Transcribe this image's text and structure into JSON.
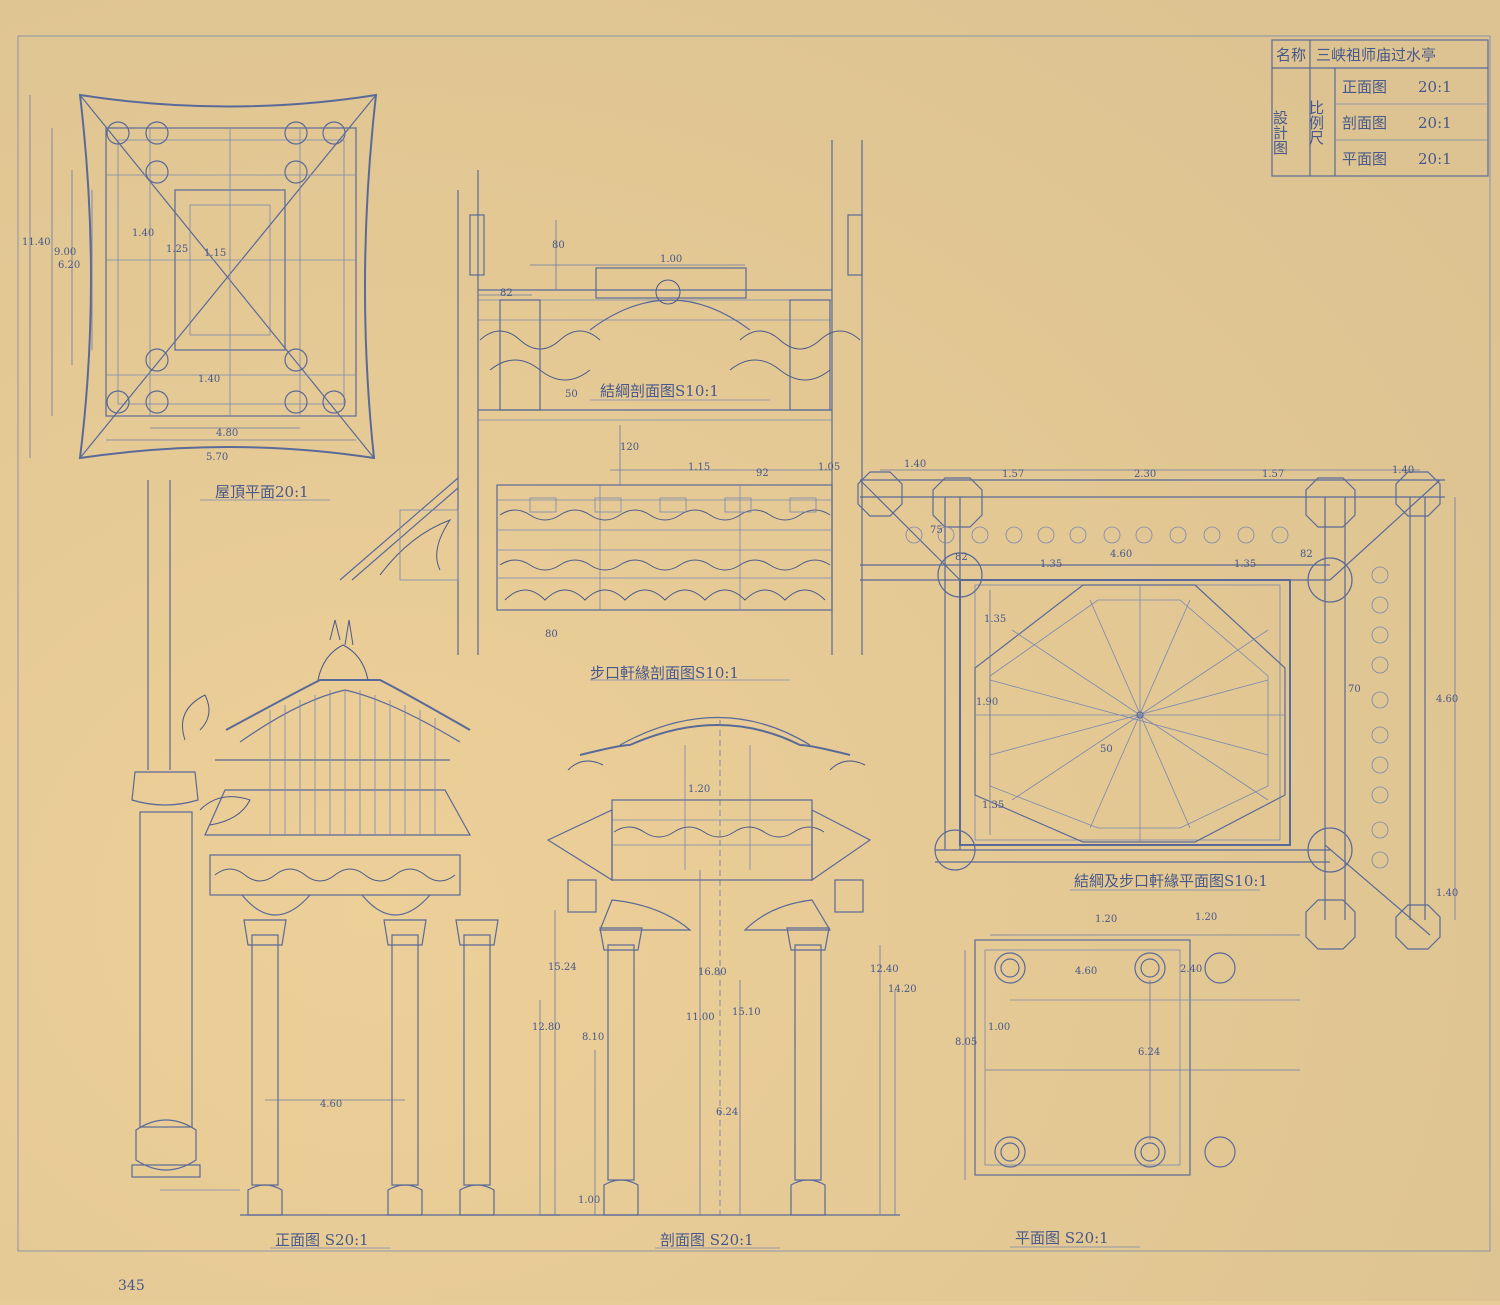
{
  "title_block": {
    "name_label": "名称",
    "name_value": "三峡祖师庙过水亭",
    "design_label": "設計图",
    "scale_label": "比例尺",
    "rows": [
      {
        "drawing": "正面图",
        "scale": "20:1"
      },
      {
        "drawing": "剖面图",
        "scale": "20:1"
      },
      {
        "drawing": "平面图",
        "scale": "20:1"
      }
    ]
  },
  "captions": {
    "roof_plan": "屋頂平面20:1",
    "bracket_section": "結綱剖面图S10:1",
    "beam_section": "步口軒緣剖面图S10:1",
    "ceiling_plan": "結綱及步口軒緣平面图S10:1",
    "front_elevation": "正面图 S20:1",
    "section": "剖面图 S20:1",
    "plan": "平面图 S20:1"
  },
  "dimensions": {
    "roof_plan": [
      "11.40",
      "9.00",
      "6.20",
      "1.40",
      "1.25",
      "1.15",
      "1.40",
      "4.80",
      "5.70"
    ],
    "bracket_section": [
      "80",
      "1.00",
      "82",
      "50",
      "120",
      "1.15",
      "92",
      "1.05",
      "80"
    ],
    "ceiling_plan": [
      "1.40",
      "1.57",
      "2.30",
      "1.57",
      "1.40",
      "75",
      "82",
      "1.35",
      "4.60",
      "1.35",
      "82",
      "1.35",
      "1.90",
      "1.35",
      "4.60",
      "1.40",
      "70",
      "50"
    ],
    "front_elevation": [
      "4.60"
    ],
    "section": [
      "1.20",
      "15.24",
      "12.80",
      "8.10",
      "16.80",
      "11.00",
      "15.10",
      "6.24",
      "12.40",
      "14.20",
      "1.00"
    ],
    "plan": [
      "1.20",
      "1.20",
      "4.60",
      "2.40",
      "8.05",
      "1.00",
      "6.24"
    ]
  },
  "sheet_number": "345",
  "colors": {
    "paper": "#e8cc95",
    "ink": "#4a5b8c"
  }
}
